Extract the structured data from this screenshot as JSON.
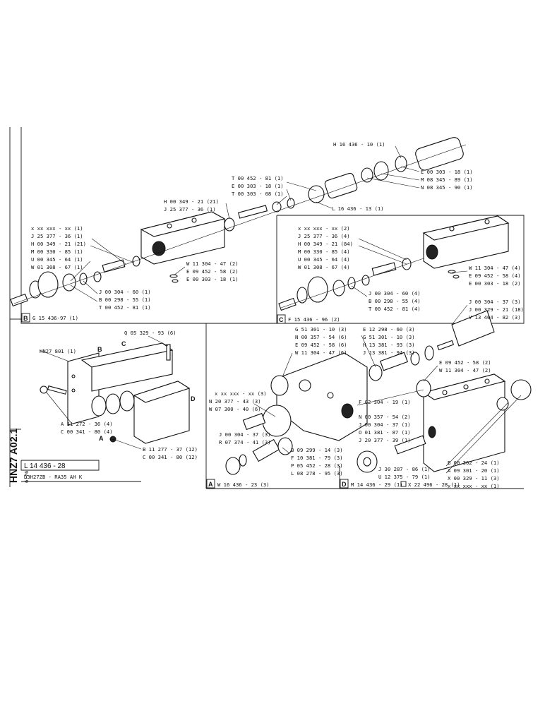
{
  "sheet": {
    "side_code": "HNZ7 A02.1",
    "side_date": "6-76",
    "part_number": "L 14 436 - 28",
    "model": "D3H27ZB - RA35 AH K"
  },
  "group_b": {
    "letter": "B",
    "ref": "G 15 436-97 (1)",
    "labels": {
      "h16": "H 16 436 - 10 (1)",
      "e303a": "E 00 303 - 18 (1)",
      "m08": "M 08 345 - 89 (1)",
      "n08": "N 08 345 - 90 (1)",
      "t452": "T 00 452 - 81 (1)",
      "e303b": "E 00 303 - 18 (1)",
      "t303": "T 00 303 - 08 (1)",
      "l16": "L 16 436 - 13 (1)",
      "h349": "H 00 349 - 21 (21)",
      "j25": "J 25 377 - 36 (1)",
      "xx": "x xx xxx - xx (1)",
      "j25b": "J 25 377 - 36 (1)",
      "h349b": "H 00 349 - 21 (21)",
      "m330": "M 00 330 - 85 (1)",
      "u345": "U 00 345 - 64 (1)",
      "w308": "W 01 308 - 67 (1)",
      "w11": "W 11 304 - 47 (2)",
      "e09": "E 09 452 - 58 (2)",
      "e303c": "E 00 303 - 18 (1)",
      "j304": "J 00 304 - 60 (1)",
      "b298": "B 00 298 - 55 (1)",
      "t452b": "T 00 452 - 81 (1)"
    }
  },
  "group_c": {
    "letter": "C",
    "ref": "F 15 436 - 96 (2)",
    "labels": {
      "xx": "x xx xxx - xx (2)",
      "j25": "J 25 377 - 36 (4)",
      "h349": "H 00 349 - 21 (84)",
      "m330": "M 00 330 - 85 (4)",
      "u345": "U 00 345 - 64 (4)",
      "w308": "W 01 308 - 67 (4)",
      "w11": "W 11 304 - 47 (4)",
      "e09": "E 09 452 - 58 (4)",
      "e303": "E 00 303 - 18 (2)",
      "j304": "J 00 304 - 60 (4)",
      "b298": "B 00 298 - 55 (4)",
      "t452": "T 00 452 - 81 (4)"
    }
  },
  "assembly": {
    "hnz": "HN27 801 (1)",
    "q05": "Q 05 329 - 93 (6)",
    "b_tag": "B",
    "c_tag": "C",
    "d_tag": "D",
    "a_tag": "A",
    "a11": "A 11 272 - 36 (4)",
    "c341a": "C 00 341 - 80 (4)",
    "b11": "B 11 277 - 37 (12)",
    "c341b": "C 00 341 - 80 (12)"
  },
  "group_a": {
    "letter": "A",
    "ref": "W 16 436 - 23 (3)",
    "labels": {
      "g51": "G 51 301 - 10 (3)",
      "n357": "N 00 357 - 54 (6)",
      "e09": "E 09 452 - 58 (6)",
      "w11": "W 11 304 - 47 (6)",
      "xx": "x xx xxx - xx (3)",
      "n20": "N 20 377 - 43 (3)",
      "w07": "W 07 300 - 40 (6)",
      "j304": "J 00 304 - 37 (3)",
      "r07": "R 07 374 - 41 (3)",
      "b09": "B 09 299 - 14 (3)",
      "f10": "F 10 381 - 79 (3)",
      "p05": "P 05 452 - 28 (3)",
      "l08": "L 08 278 - 95 (3)"
    }
  },
  "group_d": {
    "letter": "D",
    "ref": "M 14 436 - 29 (1)",
    "extra": "X 22 496 - 28 (1)",
    "labels": {
      "e12": "E 12 298 - 60 (3)",
      "g51": "G 51 301 - 10 (3)",
      "h13": "H 13 381 - 93 (3)",
      "j13": "J 13 381 - 94 (3)",
      "j304r": "J 00 304 - 37 (3)",
      "j329": "J 00 329 - 21 (18)",
      "v13": "V 13 404 - 82 (3)",
      "e09": "E 09 452 - 58 (2)",
      "w11": "W 11 304 - 47 (2)",
      "f02": "F 02 304 - 19 (1)",
      "n357": "N 00 357 - 54 (2)",
      "j304": "J 00 304 - 37 (1)",
      "o01": "O 01 381 - 87 (1)",
      "j20": "J 20 377 - 39 (1)",
      "j30": "J 30 287 - 86 (1)",
      "u12": "U 12 375 - 79 (1)",
      "b302": "B 00 302 - 24 (1)",
      "a09": "A 09 301 - 20 (1)",
      "x329": "X 00 329 - 11 (3)",
      "xx": "x xx xxx - xx (1)"
    }
  }
}
